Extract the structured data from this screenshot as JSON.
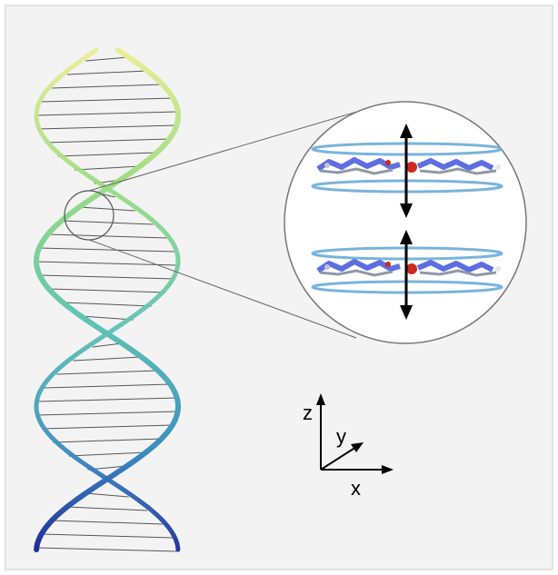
{
  "figure": {
    "kind": "dna-double-helix-with-magnified-base-pairs",
    "axes": {
      "z": "z",
      "y": "y",
      "x": "x"
    },
    "colors": {
      "helix_top": "#f0ee9a",
      "helix_upper_mid": "#9cdc82",
      "helix_mid": "#5ec4b4",
      "helix_lower_mid": "#3c8cc0",
      "helix_bottom": "#1c2a98",
      "rungs": "#555555",
      "orbital_rings": "#79b4dc",
      "arrows": "#000000",
      "atom_oxygen": "#cc2a1e",
      "atom_nitrogen": "#5c6ee0",
      "frame_background": "#f3f3f3"
    },
    "icons": [
      "double-arrow-icon",
      "axis-arrow-icon"
    ]
  }
}
